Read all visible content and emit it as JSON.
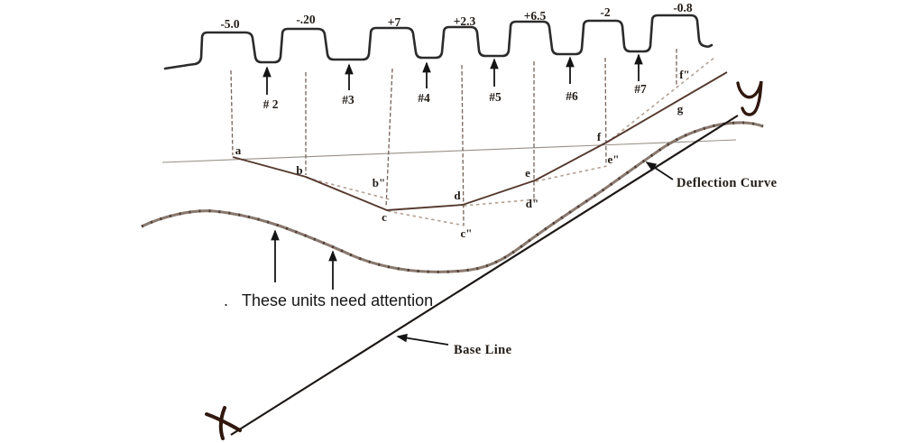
{
  "teeth": {
    "readings": [
      "-5.0",
      "-.20",
      "+7",
      "+2.3",
      "+6.5",
      "-2",
      "-0.8"
    ],
    "units": [
      "# 2",
      "#3",
      "#4",
      "#5",
      "#6",
      "#7"
    ]
  },
  "points": {
    "a": "a",
    "b": "b",
    "b2": "b\"",
    "c": "c",
    "c2": "c\"",
    "d": "d",
    "d2": "d\"",
    "e": "e",
    "e2": "e\"",
    "f": "f",
    "f2": "f\"",
    "g": "g"
  },
  "annotations": {
    "attention_period": ".",
    "attention": "These units need attention",
    "deflection_curve": "Deflection Curve",
    "base_line": "Base Line"
  },
  "axes": {
    "x_mark": "x",
    "y_mark": "y"
  },
  "colors": {
    "profile": "#2b2b2b",
    "deflection_solid": "#55392e",
    "projection_dashed": "#b3a295",
    "centerline": "#75635a",
    "sight_line": "#979088",
    "attention_curve": "#7d6a5f",
    "attention_speckle": "#443329",
    "base_line": "#1c1816",
    "handwriting": "#30180f",
    "arrow": "#141414"
  }
}
